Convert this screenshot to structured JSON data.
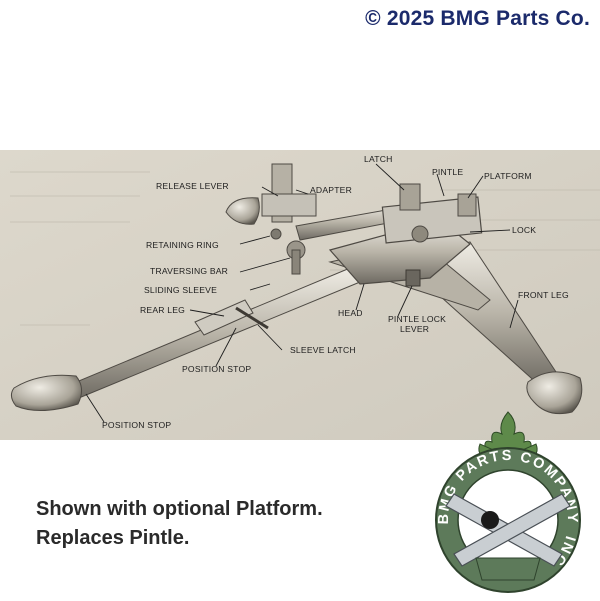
{
  "header": {
    "copyright": "© 2025 BMG Parts Co."
  },
  "diagram": {
    "labels": {
      "latch": "LATCH",
      "pintle": "PINTLE",
      "platform": "PLATFORM",
      "release_lever": "RELEASE LEVER",
      "adapter": "ADAPTER",
      "lock": "LOCK",
      "retaining_ring": "RETAINING RING",
      "traversing_bar": "TRAVERSING BAR",
      "sliding_sleeve": "SLIDING SLEEVE",
      "rear_leg": "REAR LEG",
      "head": "HEAD",
      "pintle_lock_lever_1": "PINTLE LOCK",
      "pintle_lock_lever_2": "LEVER",
      "front_leg": "FRONT LEG",
      "sleeve_latch": "SLEEVE LATCH",
      "position_stop_upper": "POSITION STOP",
      "position_stop_lower": "POSITION STOP"
    }
  },
  "caption": {
    "line1": "Shown with optional Platform.",
    "line2": "Replaces Pintle."
  },
  "logo": {
    "ring_top": "BMG PARTS COMPANY",
    "ring_side": "INC",
    "colors": {
      "ring": "#5d7a5a",
      "flame": "#5e8a4a",
      "metal": "#c9ced2",
      "ball": "#1a1a1a"
    }
  }
}
